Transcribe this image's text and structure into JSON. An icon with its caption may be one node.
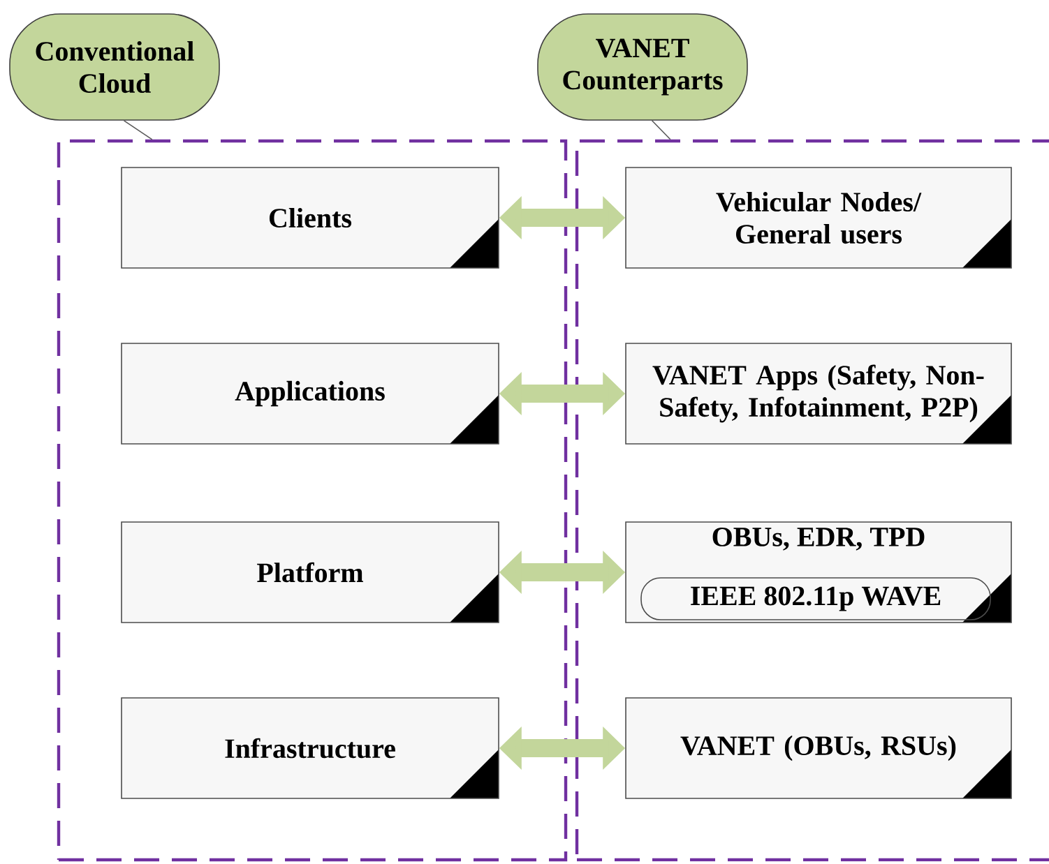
{
  "diagram": {
    "nodes": [
      {
        "text": [
          "Conventional Cloud"
        ]
      },
      {
        "text": [
          "VANET Counterparts"
        ]
      },
      {
        "text": [],
        "shape": "box"
      },
      {
        "text": [],
        "shape": "box"
      },
      {
        "text": [
          "Clients"
        ],
        "in": 2
      },
      {
        "text": [
          "Vehicular Nodes/ General users"
        ],
        "in": 3
      },
      {
        "text": [
          "Applications"
        ],
        "in": 2
      },
      {
        "text": [
          "VANET Apps (Safety, Non-Safety, Infotainment, P2P)"
        ],
        "in": 3
      },
      {
        "text": [
          "Platform"
        ],
        "in": 2
      },
      {
        "text": [
          "OBUs, EDR, TPD"
        ],
        "in": 3
      },
      {
        "text": [
          "IEEE 802.11p WAVE"
        ],
        "in": 9
      },
      {
        "text": [
          "Infrastructure"
        ],
        "in": 2
      },
      {
        "text": [
          "VANET (OBUs, RSUs)"
        ],
        "in": 3
      }
    ],
    "edges": [
      {
        "from": 0,
        "to": 2,
        "arrow": "none",
        "color": "#595959"
      },
      {
        "from": 1,
        "to": 3,
        "arrow": "none",
        "color": "#595959"
      },
      {
        "from": 4,
        "to": 5,
        "arrow": "both"
      },
      {
        "from": 6,
        "to": 7,
        "arrow": "both"
      },
      {
        "from": 8,
        "to": 9,
        "arrow": "both"
      },
      {
        "from": 11,
        "to": 12,
        "arrow": "both"
      }
    ]
  }
}
